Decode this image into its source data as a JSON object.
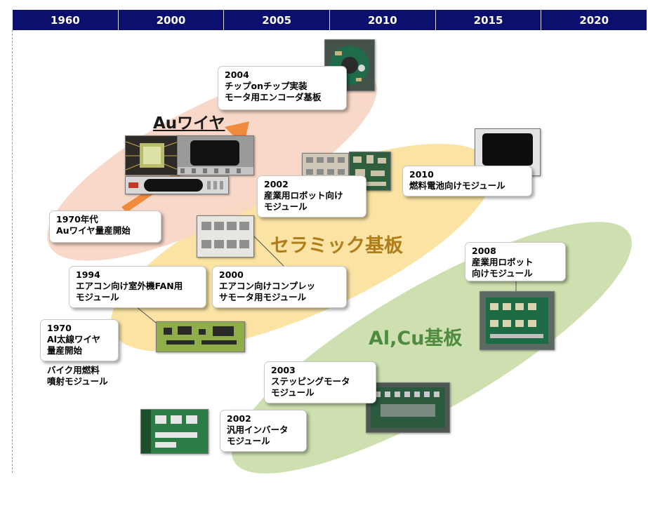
{
  "timeline": {
    "years": [
      "1960",
      "2000",
      "2005",
      "2010",
      "2015",
      "2020"
    ]
  },
  "colors": {
    "header": "#0d0f6e",
    "au_zone": "#f8d6c5",
    "ceramic_zone": "#fae3a3",
    "alcu_zone": "#cfe0b0",
    "au_label": "#1a1a1a",
    "ceramic_label": "#b07d1b",
    "alcu_label": "#4e8a3f",
    "arrow": "#f08a3c"
  },
  "zones": {
    "au": {
      "label": "Auワイヤ",
      "icon": "orange-arrow-icon"
    },
    "ceramic": {
      "label": "セラミック基板"
    },
    "alcu": {
      "label": "Al,Cu基板"
    }
  },
  "callouts": {
    "au_1970s": {
      "year": "1970年代",
      "text": [
        "Auワイヤ量産開始"
      ]
    },
    "au_2004": {
      "year": "2004",
      "text": [
        "チップonチップ実装",
        "モータ用エンコーダ基板"
      ]
    },
    "cer_2002": {
      "year": "2002",
      "text": [
        "産業用ロボット向け",
        "モジュール"
      ]
    },
    "cer_2010": {
      "year": "2010",
      "text": [
        "燃料電池向けモジュール"
      ]
    },
    "cer_1994": {
      "year": "1994",
      "text": [
        "エアコン向け室外機FAN用",
        "モジュール"
      ]
    },
    "cer_2000": {
      "year": "2000",
      "text": [
        "エアコン向けコンプレッ",
        "サモータ用モジュール"
      ]
    },
    "al_1970": {
      "year": "1970",
      "text": [
        "Al太線ワイヤ",
        "量産開始"
      ]
    },
    "al_2008": {
      "year": "2008",
      "text": [
        "産業用ロボット",
        "向けモジュール"
      ]
    },
    "al_2003": {
      "year": "2003",
      "text": [
        "ステッピングモータ",
        "モジュール"
      ]
    },
    "al_2002": {
      "year": "2002",
      "text": [
        "汎用インバータ",
        "モジュール"
      ]
    }
  },
  "plain_text": {
    "bike": [
      "バイク用燃料",
      "噴射モジュール"
    ]
  }
}
